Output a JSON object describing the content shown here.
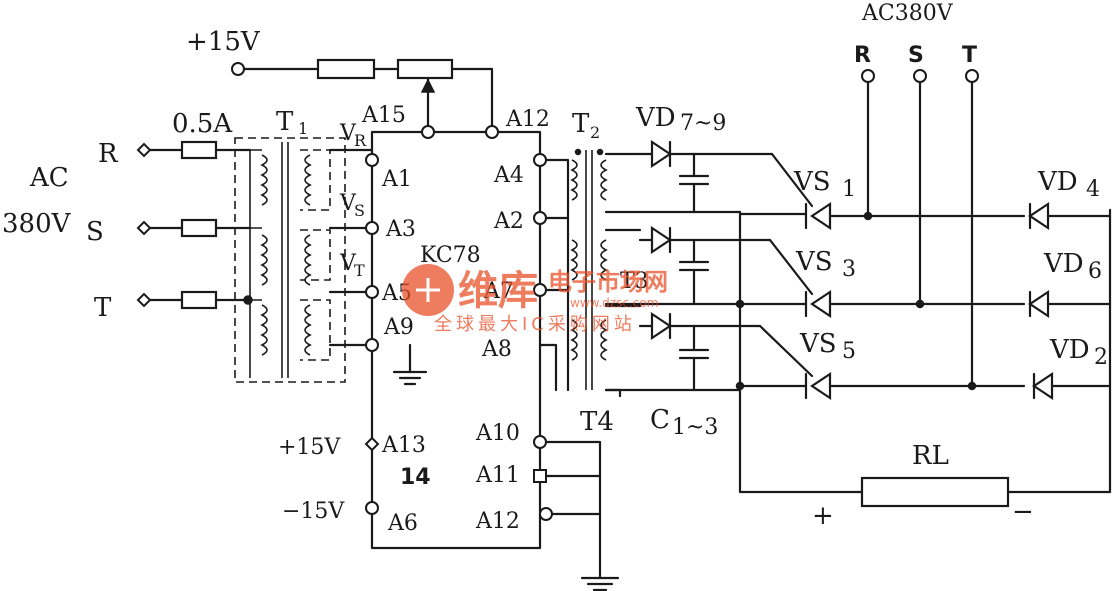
{
  "labels": {
    "supply_pos_top": "+15V",
    "fuse_rating": "0.5A",
    "t1": "T",
    "t1_sub": "1",
    "phase_r": "R",
    "phase_s": "S",
    "phase_t": "T",
    "ac_line1": "AC",
    "ac_line2": "380V",
    "vr": "V",
    "vr_sub": "R",
    "vs": "V",
    "vs_sub": "S",
    "vt": "V",
    "vt_sub": "T",
    "a15": "A15",
    "a12_top": "A12",
    "a1": "A1",
    "a3": "A3",
    "a5": "A5",
    "a9": "A9",
    "a4": "A4",
    "a2": "A2",
    "a7": "A7",
    "a8": "A8",
    "ic_top": "KC78",
    "t2": "T",
    "t2_sub": "2",
    "t3": "T3",
    "t4": "T4",
    "vd_top": "VD",
    "vd_top_sub": "7~9",
    "cap": "C",
    "cap_sub": "1~3",
    "ac380_top": "AC380V",
    "r_top": "R",
    "s_top": "S",
    "t_top": "T",
    "vs1": "VS",
    "vs1_sub": "1",
    "vs3": "VS",
    "vs3_sub": "3",
    "vs5": "VS",
    "vs5_sub": "5",
    "vd4": "VD",
    "vd4_sub": "4",
    "vd6": "VD",
    "vd6_sub": "6",
    "vd2": "VD",
    "vd2_sub": "2",
    "rl": "RL",
    "plus": "+",
    "minus": "−",
    "pos15": "+15V",
    "neg15": "−15V",
    "a13": "A13",
    "ic2": "14",
    "a6": "A6",
    "a10": "A10",
    "a11": "A11",
    "a12_bottom": "A12"
  },
  "watermark": {
    "brand": "维库",
    "brand_suffix": "电子市场网",
    "url": "www.dzsc.com",
    "tagline": "全球最大IC采购网站"
  },
  "colors": {
    "ink": "#1a1a1a",
    "watermark": "#e8502a"
  }
}
